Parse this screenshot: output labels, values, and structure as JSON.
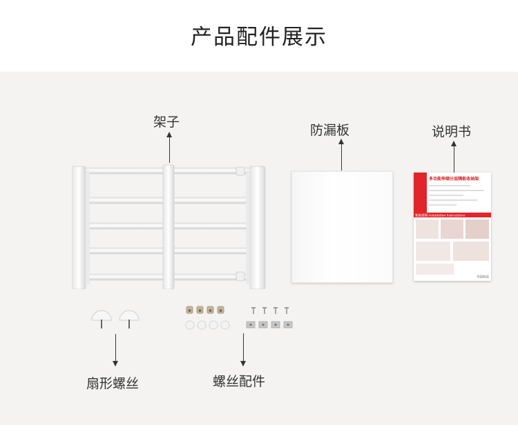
{
  "title": "产品配件展示",
  "labels": {
    "frame": "架子",
    "anti_leak_board": "防漏板",
    "manual": "说明书",
    "fan_screw": "扇形螺丝",
    "screw_parts": "螺丝配件"
  },
  "manual_sheet": {
    "heading": "多功能伸缩分层隔板收纳架",
    "band_text": "安装说明 Installation Instructions",
    "footer": "中国制造"
  }
}
